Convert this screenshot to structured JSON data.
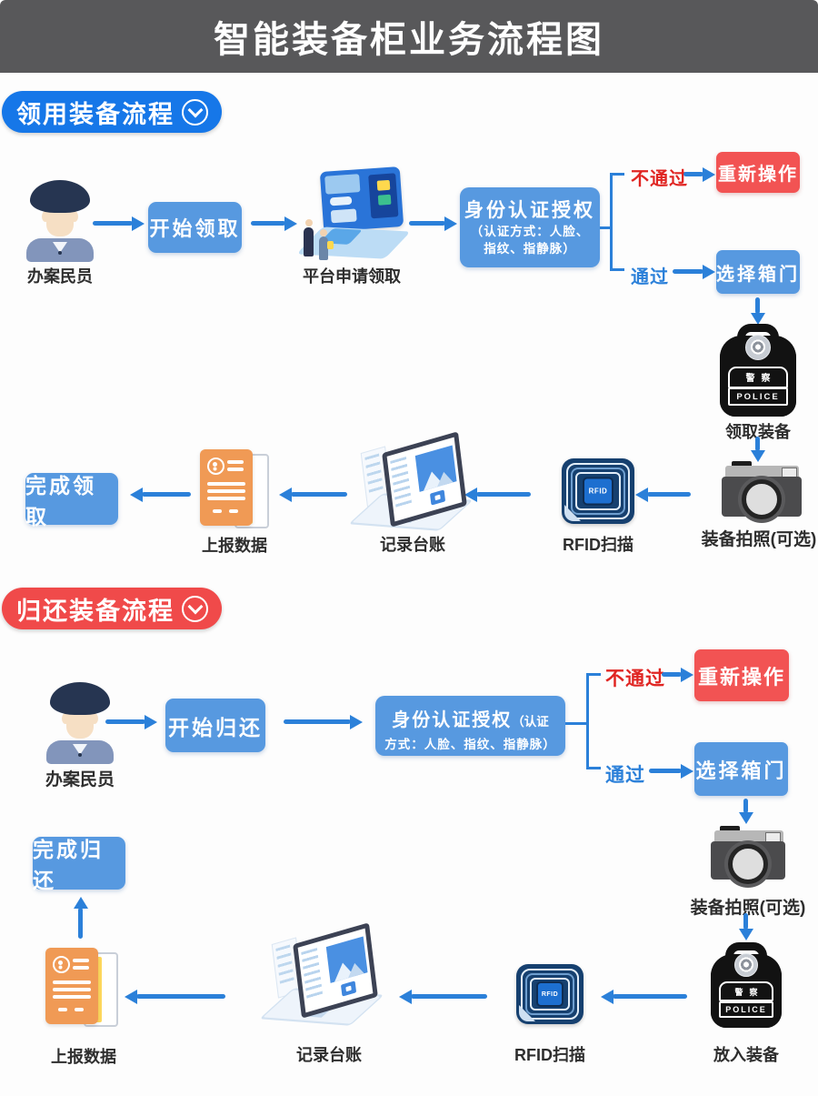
{
  "title": "智能装备柜业务流程图",
  "colors": {
    "header_bg": "#58585a",
    "section1_accent": "#1677e8",
    "section2_accent": "#f04a4a",
    "flow_box_blue": "#5799e0",
    "flow_box_red": "#f25353",
    "arrow_blue": "#2b80d9",
    "fail_text_red": "#e02522",
    "pass_text_blue": "#2b80d9",
    "document_orange": "#f09a55",
    "rfid_navy": "#16406f"
  },
  "badges": {
    "backpack_cn": "警察",
    "backpack_en": "POLICE",
    "rfid_chip": "RFID"
  },
  "section1": {
    "header": "领用装备流程",
    "officer": "办案民员",
    "start": "开始领取",
    "platform": "平台申请领取",
    "auth_main": "身份认证授权",
    "auth_sub1": "（认证方式：人脸、",
    "auth_sub2": "指纹、指静脉）",
    "fail": "不通过",
    "retry": "重新操作",
    "pass": "通过",
    "select_door": "选择箱门",
    "take": "领取装备",
    "photo": "装备拍照(可选)",
    "rfid": "RFID扫描",
    "ledger": "记录台账",
    "report": "上报数据",
    "finish": "完成领取"
  },
  "section2": {
    "header": "归还装备流程",
    "officer": "办案民员",
    "start": "开始归还",
    "auth_main": "身份认证授权",
    "auth_inline": "（认证",
    "auth_sub2": "方式：人脸、指纹、指静脉）",
    "fail": "不通过",
    "retry": "重新操作",
    "pass": "通过",
    "select_door": "选择箱门",
    "photo": "装备拍照(可选)",
    "put": "放入装备",
    "rfid": "RFID扫描",
    "ledger": "记录台账",
    "report": "上报数据",
    "finish": "完成归还"
  }
}
